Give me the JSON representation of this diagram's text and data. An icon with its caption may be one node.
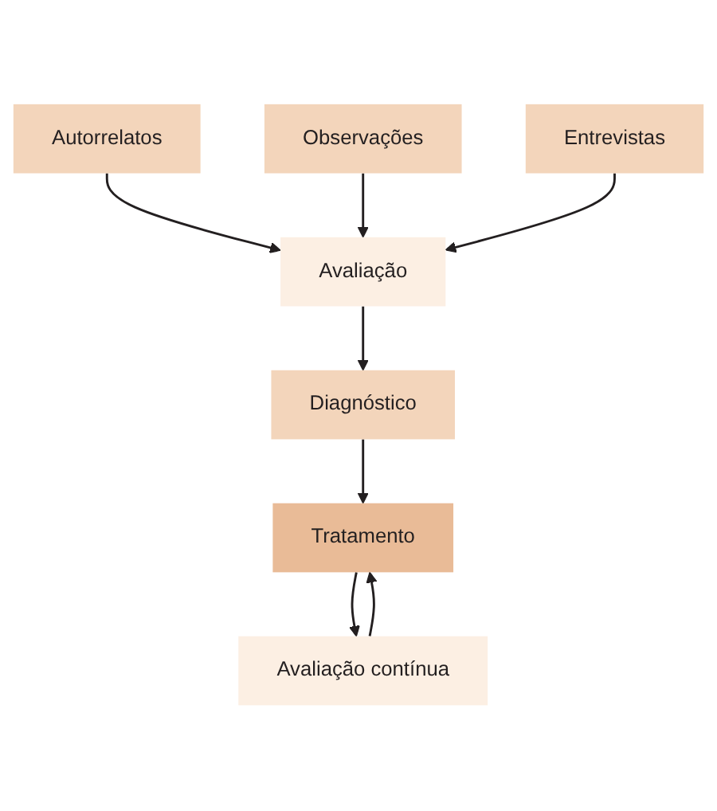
{
  "diagram": {
    "nodes": [
      {
        "text": [
          "Autorrelatos"
        ]
      },
      {
        "text": [
          "Observações"
        ]
      },
      {
        "text": [
          "Entrevistas"
        ]
      },
      {
        "text": [
          "Avaliação"
        ]
      },
      {
        "text": [
          "Diagnóstico"
        ]
      },
      {
        "text": [
          "Tratamento"
        ]
      },
      {
        "text": [
          "Avaliação contínua"
        ]
      }
    ],
    "edges": [
      {
        "from": 0,
        "to": 3,
        "arrow": "to"
      },
      {
        "from": 1,
        "to": 3,
        "arrow": "to"
      },
      {
        "from": 2,
        "to": 3,
        "arrow": "to"
      },
      {
        "from": 3,
        "to": 4,
        "arrow": "to"
      },
      {
        "from": 4,
        "to": 5,
        "arrow": "to"
      },
      {
        "from": 5,
        "to": 6,
        "arrow": "to"
      },
      {
        "from": 6,
        "to": 5,
        "arrow": "to"
      }
    ]
  }
}
